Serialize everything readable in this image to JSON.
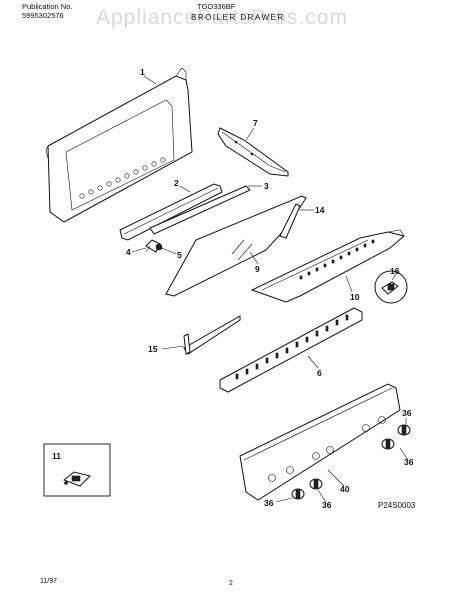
{
  "header": {
    "pub_label": "Publication No.",
    "pub_number": "5995302576",
    "model": "TGO336BF",
    "section_title": "BROILER DRAWER"
  },
  "watermark": "AppliancePartsPros.com",
  "callouts": {
    "c1": "1",
    "c2": "2",
    "c3": "3",
    "c4": "4",
    "c5": "5",
    "c7": "7",
    "c9": "9",
    "c10": "10",
    "c14": "14",
    "c15": "15",
    "c6": "6",
    "c16": "16",
    "c11": "11",
    "c40": "40",
    "c36a": "36",
    "c36b": "36",
    "c36c": "36",
    "c36d": "36"
  },
  "diagram_code": "P24S0003",
  "footer": {
    "date": "11/97",
    "page": "2"
  }
}
